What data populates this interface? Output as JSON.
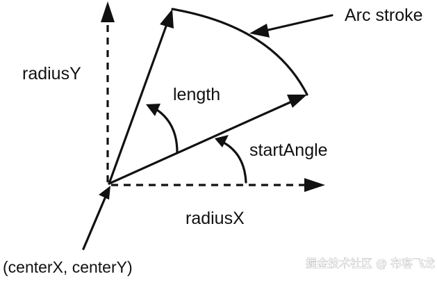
{
  "labels": {
    "radius_y": "radiusY",
    "radius_x": "radiusX",
    "length": "length",
    "start_angle": "startAngle",
    "arc_stroke": "Arc stroke",
    "center": "(centerX, centerY)"
  },
  "watermark": "掘金技术社区 @ 布客飞龙",
  "colors": {
    "ink": "#111111",
    "background": "#ffffff"
  }
}
